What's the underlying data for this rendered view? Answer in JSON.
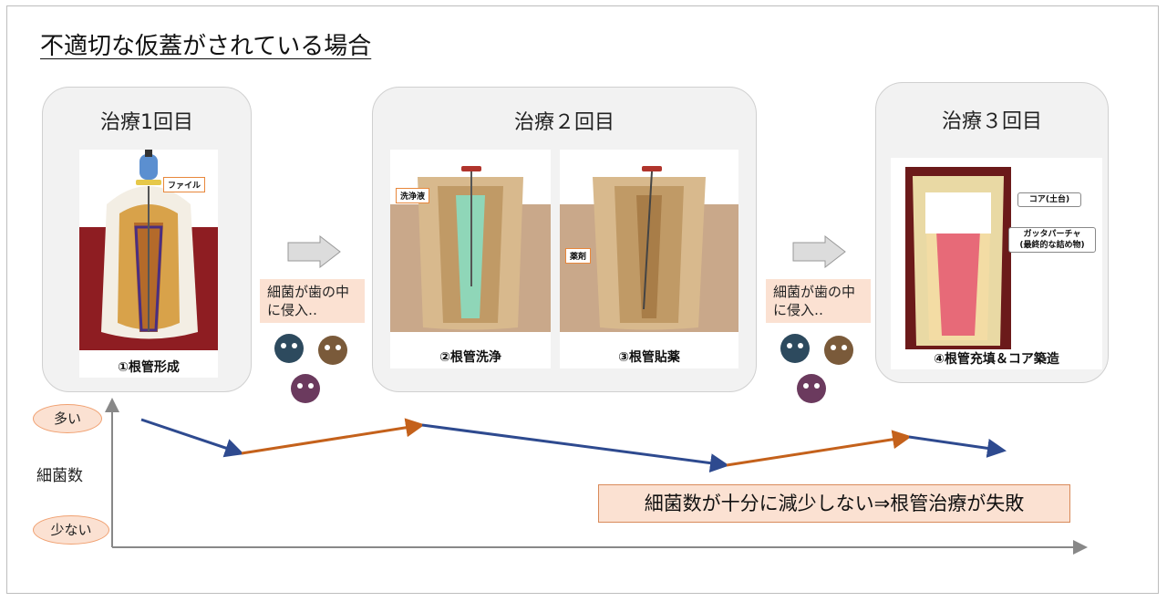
{
  "title": "不適切な仮蓋がされている場合",
  "panels": [
    {
      "title": "治療1回目",
      "captions": [
        "①根管形成"
      ]
    },
    {
      "title": "治療２回目",
      "captions": [
        "②根管洗浄",
        "③根管貼薬"
      ]
    },
    {
      "title": "治療３回目",
      "captions": [
        "④根管充填＆コア築造"
      ]
    }
  ],
  "labels": {
    "file": "ファイル",
    "irrigant": "洗浄液",
    "medicament": "薬剤",
    "core": "コア(土台)",
    "gutta_percha": "ガッタパーチャ",
    "gutta_percha_note": "(最終的な詰め物)"
  },
  "notes": {
    "invade_1": "細菌が歯の中に侵入‥",
    "invade_2": "細菌が歯の中に侵入‥"
  },
  "graph": {
    "ylabel": "細菌数",
    "high": "多い",
    "low": "少ない",
    "conclusion": "細菌数が十分に減少しない⇒根管治療が失敗"
  },
  "colors": {
    "decrease": "#2e4a8f",
    "increase": "#c4611b",
    "note_bg": "#fbe1d2"
  }
}
